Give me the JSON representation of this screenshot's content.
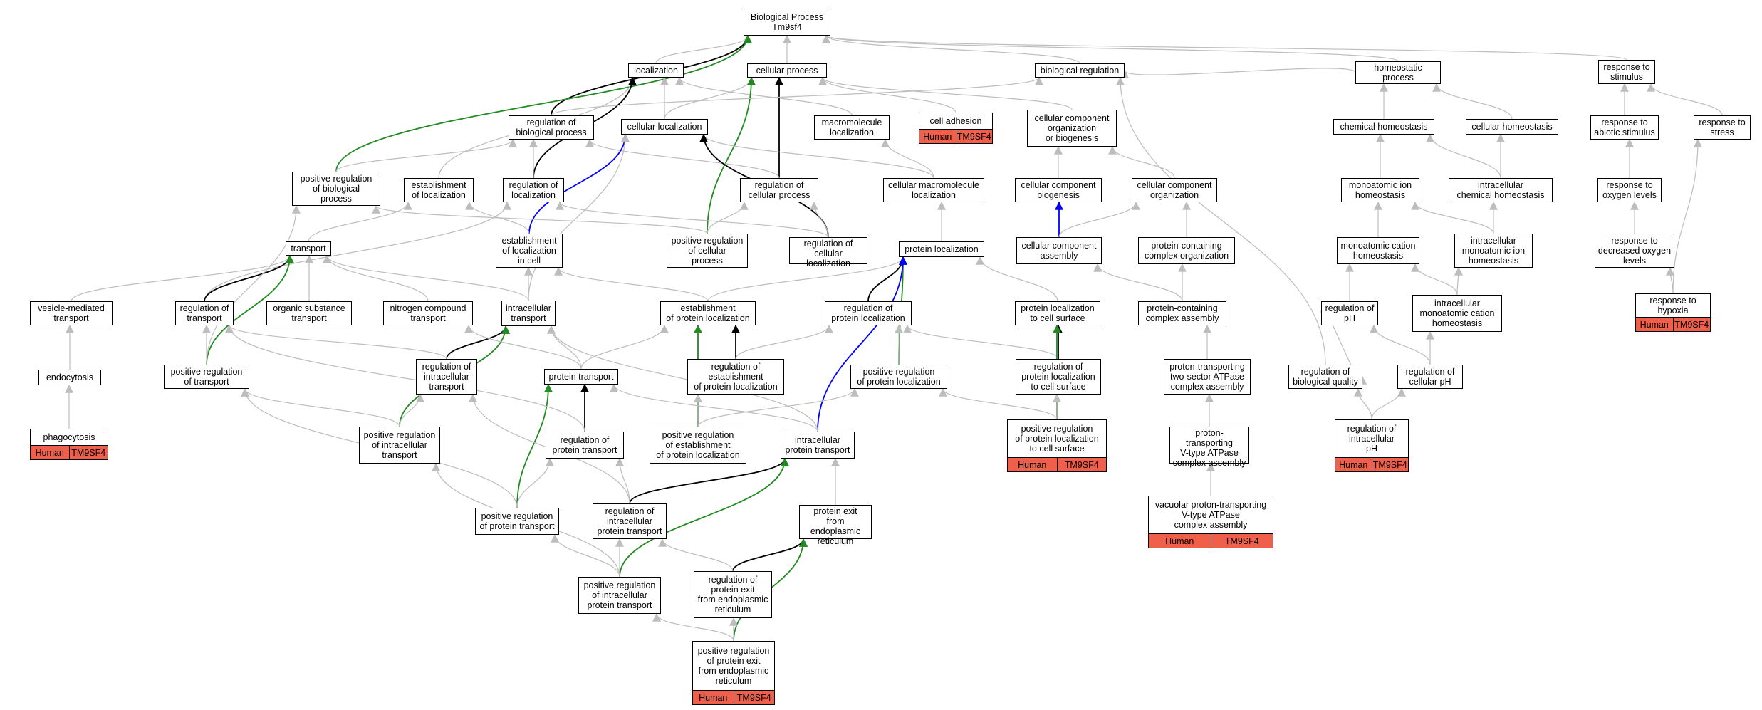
{
  "colors": {
    "is_a": "#bdbdbd",
    "part_of": "#000000",
    "positively_regulates": "#228b22",
    "regulates": "#0000ff",
    "annotation": "#ef5f49"
  },
  "nodes": [
    {
      "id": "root",
      "label": "Biological Process\nTm9sf4"
    },
    {
      "id": "loc",
      "label": "localization"
    },
    {
      "id": "cp",
      "label": "cellular process"
    },
    {
      "id": "breg",
      "label": "biological regulation"
    },
    {
      "id": "homproc",
      "label": "homeostatic\nprocess"
    },
    {
      "id": "resstim",
      "label": "response to\nstimulus"
    },
    {
      "id": "regbp",
      "label": "regulation of\nbiological process"
    },
    {
      "id": "cellloc",
      "label": "cellular localization"
    },
    {
      "id": "macloc",
      "label": "macromolecule\nlocalization"
    },
    {
      "id": "celladh",
      "label": "cell adhesion",
      "ann": [
        "Human",
        "TM9SF4"
      ]
    },
    {
      "id": "ccob",
      "label": "cellular component\norganization\nor biogenesis"
    },
    {
      "id": "chemhom",
      "label": "chemical homeostasis"
    },
    {
      "id": "cellhom",
      "label": "cellular homeostasis"
    },
    {
      "id": "resabio",
      "label": "response to\nabiotic stimulus"
    },
    {
      "id": "resstress",
      "label": "response to\nstress"
    },
    {
      "id": "posregbp",
      "label": "positive regulation\nof biological\nprocess"
    },
    {
      "id": "estloc",
      "label": "establishment\nof localization"
    },
    {
      "id": "regloc",
      "label": "regulation of\nlocalization"
    },
    {
      "id": "regcp",
      "label": "regulation of\ncellular process"
    },
    {
      "id": "cmacloc",
      "label": "cellular macromolecule\nlocalization"
    },
    {
      "id": "ccbio",
      "label": "cellular component\nbiogenesis"
    },
    {
      "id": "ccorg",
      "label": "cellular component\norganization"
    },
    {
      "id": "monhom",
      "label": "monoatomic ion\nhomeostasis"
    },
    {
      "id": "icchemhom",
      "label": "intracellular\nchemical homeostasis"
    },
    {
      "id": "resoxy",
      "label": "response to\noxygen levels"
    },
    {
      "id": "transport",
      "label": "transport"
    },
    {
      "id": "estlocc",
      "label": "establishment\nof localization\nin cell"
    },
    {
      "id": "posregcp",
      "label": "positive regulation\nof cellular\nprocess"
    },
    {
      "id": "regcellloc",
      "label": "regulation of\ncellular localization"
    },
    {
      "id": "protloc",
      "label": "protein localization"
    },
    {
      "id": "ccasm",
      "label": "cellular component\nassembly"
    },
    {
      "id": "pccorg",
      "label": "protein-containing\ncomplex organization"
    },
    {
      "id": "moncathom",
      "label": "monoatomic cation\nhomeostasis"
    },
    {
      "id": "icmonhom",
      "label": "intracellular\nmonoatomic ion\nhomeostasis"
    },
    {
      "id": "resdecoxy",
      "label": "response to\ndecreased oxygen\nlevels"
    },
    {
      "id": "vesmed",
      "label": "vesicle-mediated\ntransport"
    },
    {
      "id": "regtrans",
      "label": "regulation of\ntransport"
    },
    {
      "id": "orgsub",
      "label": "organic substance\ntransport"
    },
    {
      "id": "nitro",
      "label": "nitrogen compound\ntransport"
    },
    {
      "id": "ictrans",
      "label": "intracellular\ntransport"
    },
    {
      "id": "estprotloc",
      "label": "establishment\nof protein localization"
    },
    {
      "id": "regprotloc",
      "label": "regulation of\nprotein localization"
    },
    {
      "id": "protlocsurf",
      "label": "protein localization\nto cell surface"
    },
    {
      "id": "pcasm",
      "label": "protein-containing\ncomplex assembly"
    },
    {
      "id": "regph",
      "label": "regulation of\npH"
    },
    {
      "id": "icmoncathom",
      "label": "intracellular\nmonoatomic cation\nhomeostasis"
    },
    {
      "id": "reshyp",
      "label": "response to\nhypoxia",
      "ann": [
        "Human",
        "TM9SF4"
      ]
    },
    {
      "id": "endo",
      "label": "endocytosis"
    },
    {
      "id": "posregtrans",
      "label": "positive regulation\nof transport"
    },
    {
      "id": "regictrans",
      "label": "regulation of\nintracellular\ntransport"
    },
    {
      "id": "prottrans",
      "label": "protein transport"
    },
    {
      "id": "regestprotloc",
      "label": "regulation of\nestablishment\nof protein localization"
    },
    {
      "id": "posregprotloc",
      "label": "positive regulation\nof protein localization"
    },
    {
      "id": "regprotlocsurf",
      "label": "regulation of\nprotein localization\nto cell surface"
    },
    {
      "id": "ptatpase",
      "label": "proton-transporting\ntwo-sector ATPase\ncomplex assembly"
    },
    {
      "id": "regbq",
      "label": "regulation of\nbiological quality"
    },
    {
      "id": "regcellph",
      "label": "regulation of\ncellular pH"
    },
    {
      "id": "phago",
      "label": "phagocytosis",
      "ann": [
        "Human",
        "TM9SF4"
      ]
    },
    {
      "id": "posregictrans",
      "label": "positive regulation\nof intracellular\ntransport"
    },
    {
      "id": "regprottrans",
      "label": "regulation of\nprotein transport"
    },
    {
      "id": "posregestprotloc",
      "label": "positive regulation\nof establishment\nof protein localization"
    },
    {
      "id": "icprottrans",
      "label": "intracellular\nprotein transport"
    },
    {
      "id": "posregprotlocsurf",
      "label": "positive regulation\nof protein localization\nto cell surface",
      "ann": [
        "Human",
        "TM9SF4"
      ]
    },
    {
      "id": "ptvatpase",
      "label": "proton-transporting\nV-type ATPase\ncomplex assembly"
    },
    {
      "id": "regicph",
      "label": "regulation of\nintracellular\npH",
      "ann": [
        "Human",
        "TM9SF4"
      ]
    },
    {
      "id": "vacatpase",
      "label": "vacuolar proton-transporting\nV-type ATPase\ncomplex assembly",
      "ann": [
        "Human",
        "TM9SF4"
      ]
    },
    {
      "id": "posregprottrans",
      "label": "positive regulation\nof protein transport"
    },
    {
      "id": "regicprottrans",
      "label": "regulation of\nintracellular\nprotein transport"
    },
    {
      "id": "protexit",
      "label": "protein exit\nfrom endoplasmic\nreticulum"
    },
    {
      "id": "posregicprottrans",
      "label": "positive regulation\nof intracellular\nprotein transport"
    },
    {
      "id": "regprotexit",
      "label": "regulation of\nprotein exit\nfrom endoplasmic\nreticulum"
    },
    {
      "id": "posregprotexit",
      "label": "positive regulation\nof protein exit\nfrom endoplasmic\nreticulum",
      "ann": [
        "Human",
        "TM9SF4"
      ]
    }
  ],
  "edges": [
    [
      "loc",
      "root",
      "is_a"
    ],
    [
      "cp",
      "root",
      "is_a"
    ],
    [
      "breg",
      "root",
      "is_a"
    ],
    [
      "homproc",
      "root",
      "is_a"
    ],
    [
      "resstim",
      "root",
      "is_a"
    ],
    [
      "regbp",
      "root",
      "part_of"
    ],
    [
      "posregbp",
      "root",
      "positively_regulates"
    ],
    [
      "cellloc",
      "loc",
      "is_a"
    ],
    [
      "macloc",
      "loc",
      "is_a"
    ],
    [
      "estloc",
      "loc",
      "is_a"
    ],
    [
      "regloc",
      "loc",
      "part_of"
    ],
    [
      "cellloc",
      "cp",
      "is_a"
    ],
    [
      "celladh",
      "cp",
      "is_a"
    ],
    [
      "regcp",
      "cp",
      "part_of"
    ],
    [
      "posregcp",
      "cp",
      "positively_regulates"
    ],
    [
      "regbp",
      "breg",
      "is_a"
    ],
    [
      "homproc",
      "breg",
      "is_a"
    ],
    [
      "regbq",
      "breg",
      "is_a"
    ],
    [
      "ccob",
      "cp",
      "is_a"
    ],
    [
      "chemhom",
      "homproc",
      "is_a"
    ],
    [
      "cellhom",
      "homproc",
      "is_a"
    ],
    [
      "resabio",
      "resstim",
      "is_a"
    ],
    [
      "resstress",
      "resstim",
      "is_a"
    ],
    [
      "posregbp",
      "regbp",
      "is_a"
    ],
    [
      "regloc",
      "regbp",
      "is_a"
    ],
    [
      "regcp",
      "regbp",
      "is_a"
    ],
    [
      "cmacloc",
      "cellloc",
      "is_a"
    ],
    [
      "regcellloc",
      "cellloc",
      "part_of"
    ],
    [
      "estlocc",
      "cellloc",
      "regulates"
    ],
    [
      "ictrans",
      "cellloc",
      "is_a"
    ],
    [
      "cmacloc",
      "macloc",
      "is_a"
    ],
    [
      "ccbio",
      "ccob",
      "is_a"
    ],
    [
      "ccorg",
      "ccob",
      "is_a"
    ],
    [
      "monhom",
      "chemhom",
      "is_a"
    ],
    [
      "icchemhom",
      "chemhom",
      "is_a"
    ],
    [
      "icchemhom",
      "cellhom",
      "is_a"
    ],
    [
      "resoxy",
      "resabio",
      "is_a"
    ],
    [
      "resdecoxy",
      "resoxy",
      "is_a"
    ],
    [
      "reshyp",
      "resdecoxy",
      "is_a"
    ],
    [
      "reshyp",
      "resstress",
      "is_a"
    ],
    [
      "transport",
      "estloc",
      "is_a"
    ],
    [
      "estlocc",
      "estloc",
      "is_a"
    ],
    [
      "regtrans",
      "regloc",
      "is_a"
    ],
    [
      "regcellloc",
      "regloc",
      "is_a"
    ],
    [
      "posregcp",
      "regcp",
      "is_a"
    ],
    [
      "regcellloc",
      "regcp",
      "is_a"
    ],
    [
      "posregcp",
      "posregbp",
      "is_a"
    ],
    [
      "protloc",
      "cmacloc",
      "is_a"
    ],
    [
      "ccasm",
      "ccbio",
      "regulates"
    ],
    [
      "ccasm",
      "ccorg",
      "is_a"
    ],
    [
      "pccorg",
      "ccorg",
      "is_a"
    ],
    [
      "moncathom",
      "monhom",
      "is_a"
    ],
    [
      "icmonhom",
      "monhom",
      "is_a"
    ],
    [
      "icmonhom",
      "icchemhom",
      "is_a"
    ],
    [
      "vesmed",
      "transport",
      "is_a"
    ],
    [
      "regtrans",
      "transport",
      "part_of"
    ],
    [
      "orgsub",
      "transport",
      "is_a"
    ],
    [
      "nitro",
      "transport",
      "is_a"
    ],
    [
      "ictrans",
      "transport",
      "is_a"
    ],
    [
      "posregtrans",
      "transport",
      "positively_regulates"
    ],
    [
      "ictrans",
      "estlocc",
      "is_a"
    ],
    [
      "estprotloc",
      "protloc",
      "is_a"
    ],
    [
      "regprotloc",
      "protloc",
      "part_of"
    ],
    [
      "protlocsurf",
      "protloc",
      "is_a"
    ],
    [
      "posregprotloc",
      "protloc",
      "positively_regulates"
    ],
    [
      "icprottrans",
      "protloc",
      "regulates"
    ],
    [
      "pcasm",
      "ccasm",
      "is_a"
    ],
    [
      "pcasm",
      "pccorg",
      "is_a"
    ],
    [
      "regph",
      "moncathom",
      "is_a"
    ],
    [
      "icmoncathom",
      "moncathom",
      "is_a"
    ],
    [
      "icmoncathom",
      "icmonhom",
      "is_a"
    ],
    [
      "endo",
      "vesmed",
      "is_a"
    ],
    [
      "phago",
      "endo",
      "is_a"
    ],
    [
      "posregtrans",
      "regtrans",
      "is_a"
    ],
    [
      "posregtrans",
      "posregbp",
      "is_a"
    ],
    [
      "regictrans",
      "ictrans",
      "part_of"
    ],
    [
      "posregictrans",
      "ictrans",
      "positively_regulates"
    ],
    [
      "regictrans",
      "regtrans",
      "is_a"
    ],
    [
      "prottrans",
      "estprotloc",
      "is_a"
    ],
    [
      "prottrans",
      "nitro",
      "is_a"
    ],
    [
      "prottrans",
      "ictrans",
      "is_a"
    ],
    [
      "regestprotloc",
      "estprotloc",
      "part_of"
    ],
    [
      "posregestprotloc",
      "estprotloc",
      "positively_regulates"
    ],
    [
      "estprotloc",
      "estlocc",
      "is_a"
    ],
    [
      "regestprotloc",
      "regprotloc",
      "is_a"
    ],
    [
      "posregprotloc",
      "regprotloc",
      "is_a"
    ],
    [
      "regprotlocsurf",
      "regprotloc",
      "is_a"
    ],
    [
      "regprotlocsurf",
      "protlocsurf",
      "part_of"
    ],
    [
      "posregprotlocsurf",
      "protlocsurf",
      "positively_regulates"
    ],
    [
      "posregprotlocsurf",
      "regprotlocsurf",
      "is_a"
    ],
    [
      "posregprotlocsurf",
      "posregprotloc",
      "is_a"
    ],
    [
      "ptatpase",
      "pcasm",
      "is_a"
    ],
    [
      "ptvatpase",
      "ptatpase",
      "is_a"
    ],
    [
      "vacatpase",
      "ptvatpase",
      "is_a"
    ],
    [
      "regbq",
      "breg",
      "is_a"
    ],
    [
      "regph",
      "regbq",
      "is_a"
    ],
    [
      "regcellph",
      "regph",
      "is_a"
    ],
    [
      "regcellph",
      "icmoncathom",
      "is_a"
    ],
    [
      "regicph",
      "regbq",
      "is_a"
    ],
    [
      "regicph",
      "regcellph",
      "is_a"
    ],
    [
      "posregictrans",
      "regictrans",
      "is_a"
    ],
    [
      "posregictrans",
      "posregtrans",
      "is_a"
    ],
    [
      "regprottrans",
      "prottrans",
      "part_of"
    ],
    [
      "posregprottrans",
      "prottrans",
      "positively_regulates"
    ],
    [
      "regprottrans",
      "regtrans",
      "is_a"
    ],
    [
      "posregestprotloc",
      "regestprotloc",
      "is_a"
    ],
    [
      "posregestprotloc",
      "posregprotloc",
      "is_a"
    ],
    [
      "icprottrans",
      "prottrans",
      "is_a"
    ],
    [
      "icprottrans",
      "ictrans",
      "is_a"
    ],
    [
      "posregprottrans",
      "regprottrans",
      "is_a"
    ],
    [
      "posregprottrans",
      "posregtrans",
      "is_a"
    ],
    [
      "regicprottrans",
      "icprottrans",
      "part_of"
    ],
    [
      "regicprottrans",
      "regprottrans",
      "is_a"
    ],
    [
      "regicprottrans",
      "regictrans",
      "is_a"
    ],
    [
      "protexit",
      "icprottrans",
      "is_a"
    ],
    [
      "posregicprottrans",
      "icprottrans",
      "positively_regulates"
    ],
    [
      "posregicprottrans",
      "regicprottrans",
      "is_a"
    ],
    [
      "posregicprottrans",
      "posregprottrans",
      "is_a"
    ],
    [
      "posregicprottrans",
      "posregictrans",
      "is_a"
    ],
    [
      "regprotexit",
      "protexit",
      "part_of"
    ],
    [
      "regprotexit",
      "regicprottrans",
      "is_a"
    ],
    [
      "posregprotexit",
      "protexit",
      "positively_regulates"
    ],
    [
      "posregprotexit",
      "regprotexit",
      "is_a"
    ],
    [
      "posregprotexit",
      "posregicprottrans",
      "is_a"
    ]
  ]
}
